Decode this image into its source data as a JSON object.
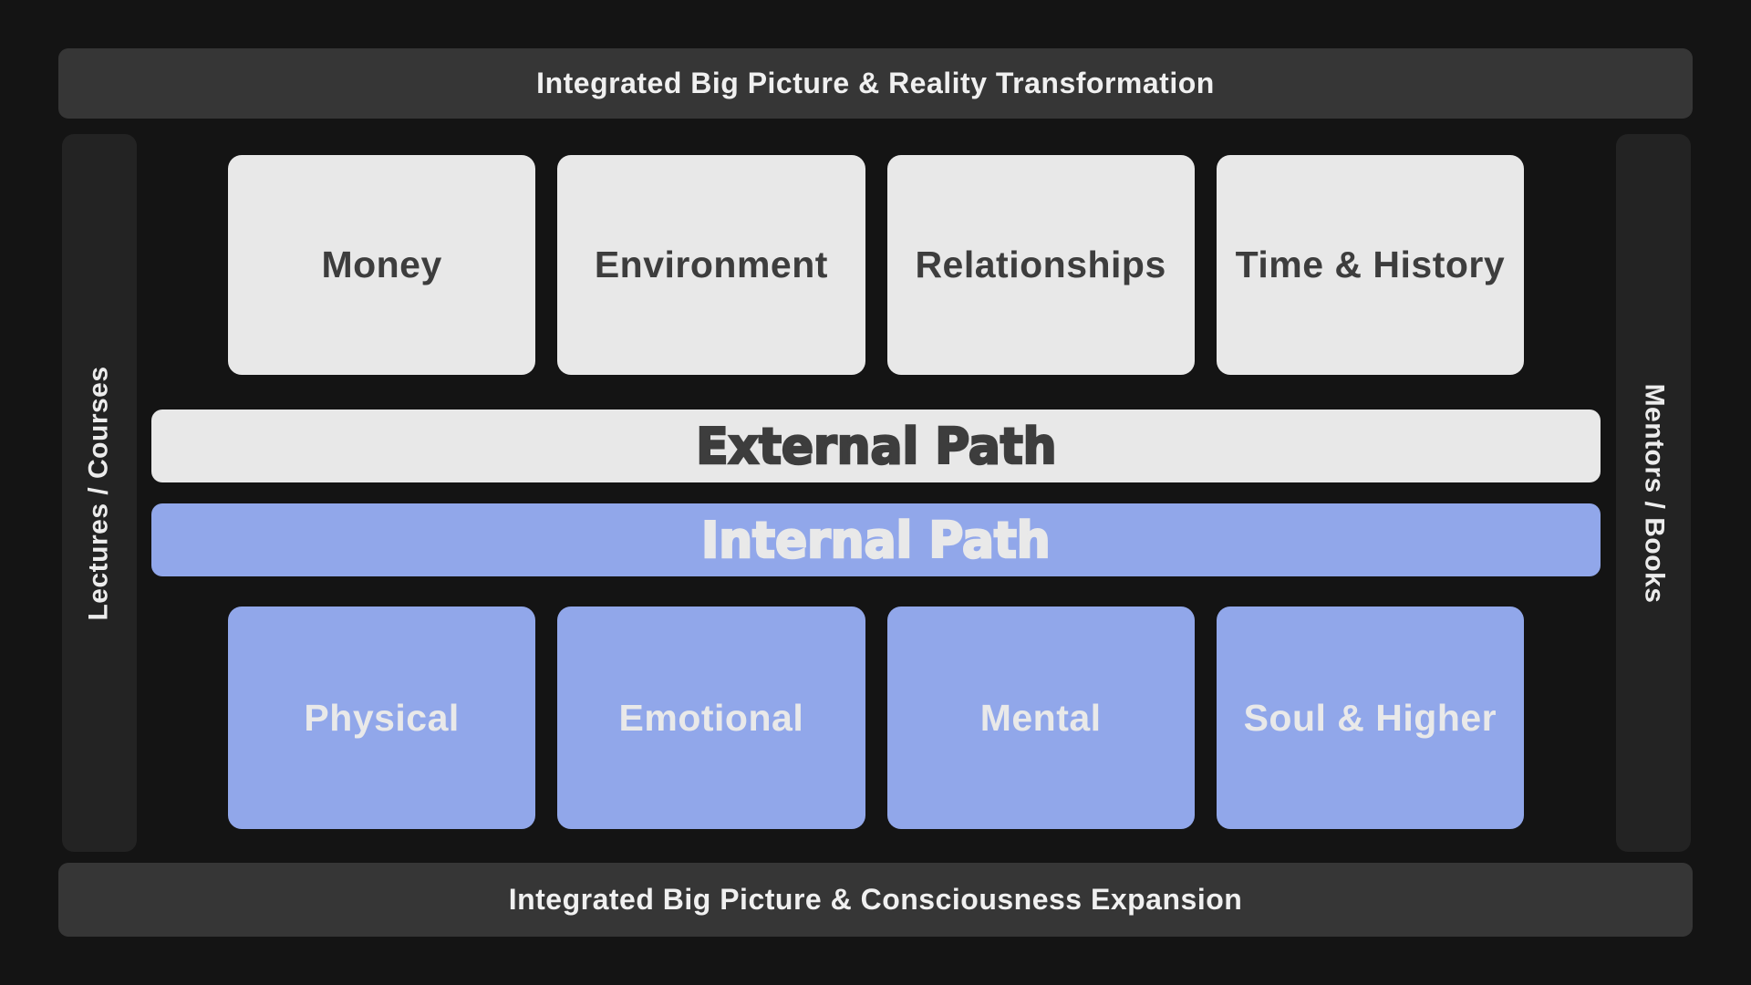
{
  "colors": {
    "background": "#141414",
    "banner_bg": "#363636",
    "banner_text": "#f0f0f0",
    "sidebar_bg": "#232323",
    "sidebar_text": "#ececec",
    "light_box": "#e8e8e8",
    "blue_box": "#91a7ea",
    "dark_text": "#3d3d3d",
    "light_text": "#e9e9e9"
  },
  "top_banner": {
    "label": "Integrated Big Picture & Reality Transformation"
  },
  "bottom_banner": {
    "label": "Integrated Big Picture & Consciousness Expansion"
  },
  "left_rail": {
    "label": "Lectures / Courses"
  },
  "right_rail": {
    "label": "Mentors / Books"
  },
  "external_path": {
    "bar_label": "External Path",
    "cards": [
      {
        "label": "Money"
      },
      {
        "label": "Environment"
      },
      {
        "label": "Relationships"
      },
      {
        "label": "Time & History"
      }
    ]
  },
  "internal_path": {
    "bar_label": "Internal Path",
    "cards": [
      {
        "label": "Physical"
      },
      {
        "label": "Emotional"
      },
      {
        "label": "Mental"
      },
      {
        "label": "Soul & Higher"
      }
    ]
  }
}
